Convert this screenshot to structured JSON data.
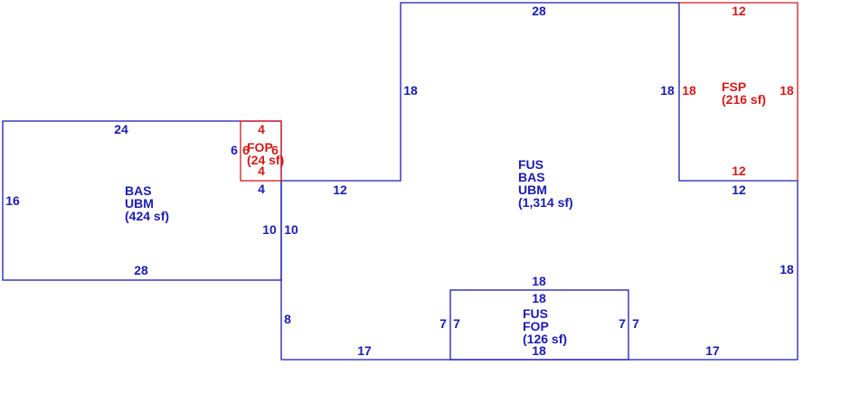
{
  "colors": {
    "blue": "#1b1bb3",
    "red": "#d41a1a",
    "background": "#ffffff"
  },
  "areas": {
    "bas_left": {
      "line1": "BAS",
      "line2": "UBM",
      "line3": "(424 sf)"
    },
    "fus_main": {
      "line1": "FUS",
      "line2": "BAS",
      "line3": "UBM",
      "line4": "(1,314 sf)"
    },
    "fus_fop": {
      "line1": "FUS",
      "line2": "FOP",
      "line3": "(126 sf)"
    },
    "fop_small": {
      "line1": "FOP",
      "line2": "(24 sf)"
    },
    "fsp": {
      "line1": "FSP",
      "line2": "(216 sf)"
    }
  },
  "dimensions": {
    "left_top": "24",
    "left_side": "16",
    "left_bottom": "28",
    "left_right_lower": "10",
    "main_left_lower": "10",
    "main_left_bottom": "8",
    "step_top": "12",
    "step_under_fop": "4",
    "fop_label_blue_left": "6",
    "fop_top": "4",
    "fop_bottom": "4",
    "fop_left": "6",
    "fop_right": "6",
    "main_upper_left": "18",
    "main_top": "28",
    "fsp_left_blue": "18",
    "fsp_left_red": "18",
    "fsp_top": "12",
    "fsp_right": "18",
    "fsp_bottom_red": "12",
    "fsp_bottom_blue": "12",
    "main_right_lower": "18",
    "bottom_left": "17",
    "bottom_right": "17",
    "notch_left_outer": "7",
    "notch_left_inner": "7",
    "notch_right_inner": "7",
    "notch_right_outer": "7",
    "notch_top_outer": "18",
    "notch_top_inner": "18",
    "notch_bottom": "18"
  }
}
